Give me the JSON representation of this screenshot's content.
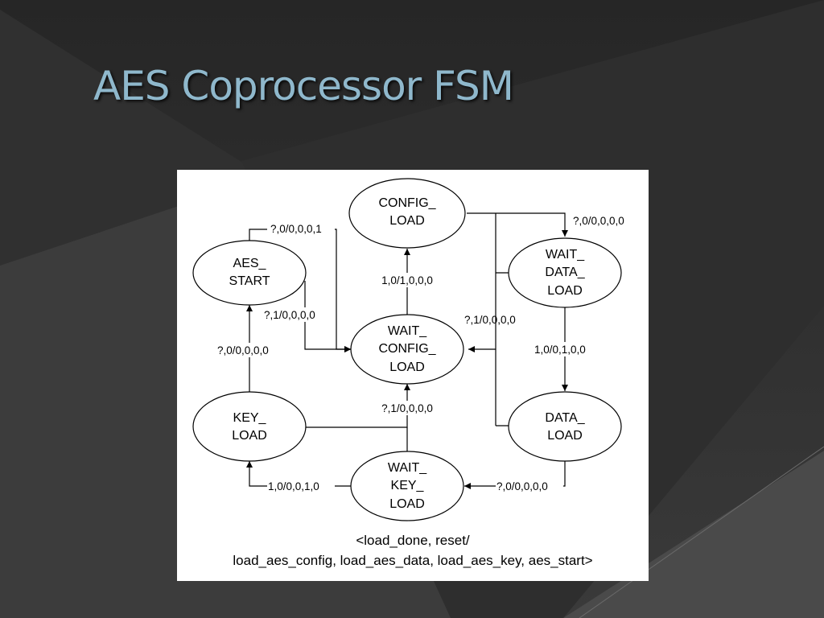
{
  "title": "AES Coprocessor FSM",
  "diagram": {
    "states": [
      {
        "id": "config-load",
        "lines": [
          "CONFIG_",
          "LOAD"
        ]
      },
      {
        "id": "aes-start",
        "lines": [
          "AES_",
          "START"
        ]
      },
      {
        "id": "wait-data-load",
        "lines": [
          "WAIT_",
          "DATA_",
          "LOAD"
        ]
      },
      {
        "id": "wait-config-load",
        "lines": [
          "WAIT_",
          "CONFIG_",
          "LOAD"
        ]
      },
      {
        "id": "key-load",
        "lines": [
          "KEY_",
          "LOAD"
        ]
      },
      {
        "id": "data-load",
        "lines": [
          "DATA_",
          "LOAD"
        ]
      },
      {
        "id": "wait-key-load",
        "lines": [
          "WAIT_",
          "KEY_",
          "LOAD"
        ]
      }
    ],
    "transitions": [
      {
        "id": "aes-start-loop",
        "label": "?,0/0,0,0,1"
      },
      {
        "id": "config-to-wait-data",
        "label": "?,0/0,0,0,0"
      },
      {
        "id": "wait-config-to-config",
        "label": "1,0/1,0,0,0"
      },
      {
        "id": "aes-start-to-wait-config",
        "label": "?,1/0,0,0,0"
      },
      {
        "id": "right-reset-to-wait-config",
        "label": "?,1/0,0,0,0"
      },
      {
        "id": "key-to-aes-start",
        "label": "?,0/0,0,0,0"
      },
      {
        "id": "wait-data-to-data",
        "label": "1,0/0,1,0,0"
      },
      {
        "id": "key-reset-to-wait-config",
        "label": "?,1/0,0,0,0"
      },
      {
        "id": "wait-key-to-key",
        "label": "1,0/0,0,1,0"
      },
      {
        "id": "data-to-wait-key",
        "label": "?,0/0,0,0,0"
      }
    ],
    "legend": {
      "line1": "<load_done, reset/",
      "line2": "load_aes_config, load_aes_data, load_aes_key, aes_start>"
    }
  }
}
